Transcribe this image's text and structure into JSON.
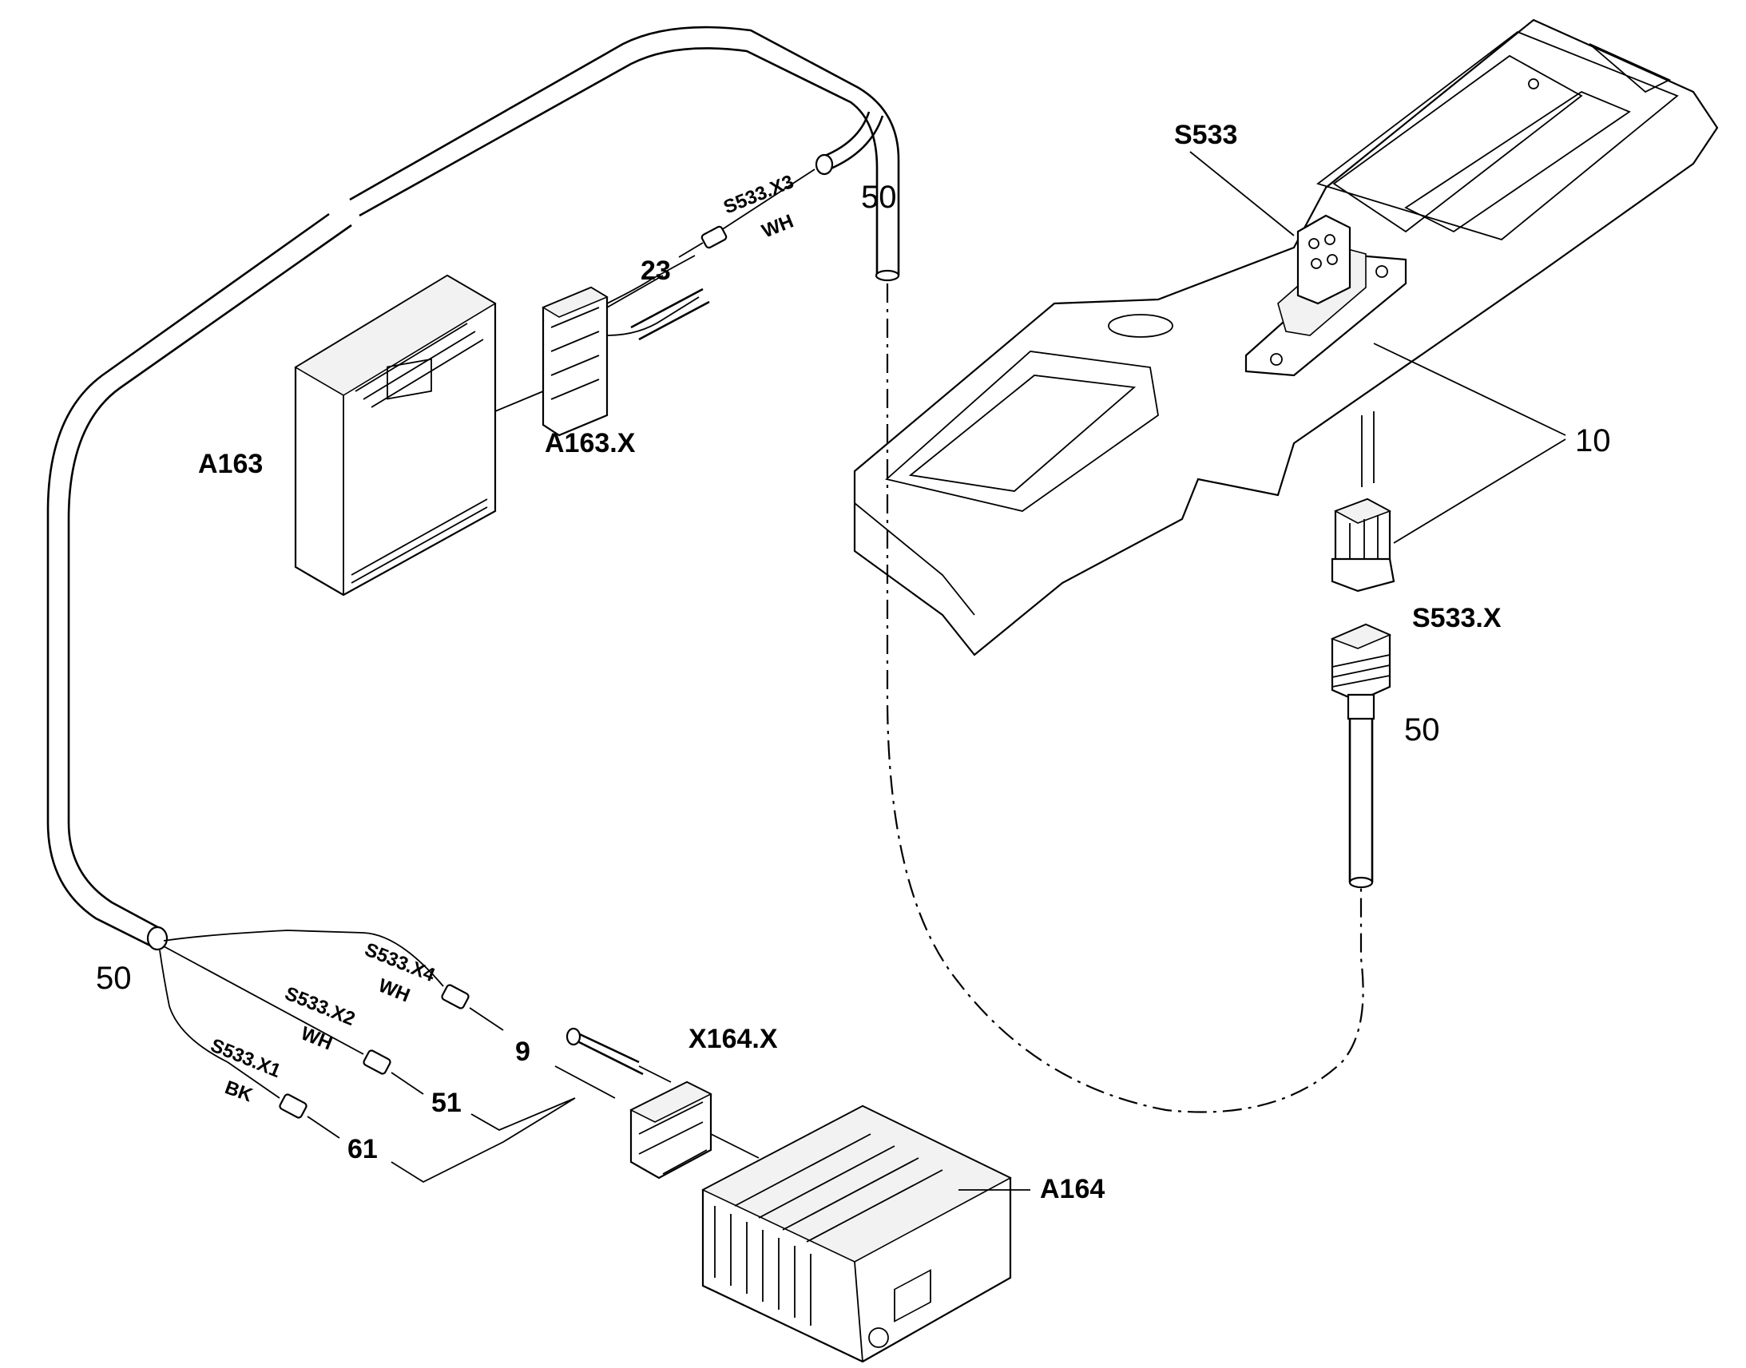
{
  "labels": {
    "s533": "S533",
    "a163": "A163",
    "a163x": "A163.X",
    "a164": "A164",
    "x164x": "X164.X",
    "s533x": "S533.X",
    "item_10": "10",
    "item_50_top": "50",
    "item_50_right": "50",
    "item_50_left": "50",
    "pin_23": "23",
    "pin_9": "9",
    "pin_51": "51",
    "pin_61": "61"
  },
  "wires": {
    "x3": {
      "id": "S533.X3",
      "color": "WH"
    },
    "x4": {
      "id": "S533.X4",
      "color": "WH"
    },
    "x2": {
      "id": "S533.X2",
      "color": "WH"
    },
    "x1": {
      "id": "S533.X1",
      "color": "BK"
    }
  }
}
